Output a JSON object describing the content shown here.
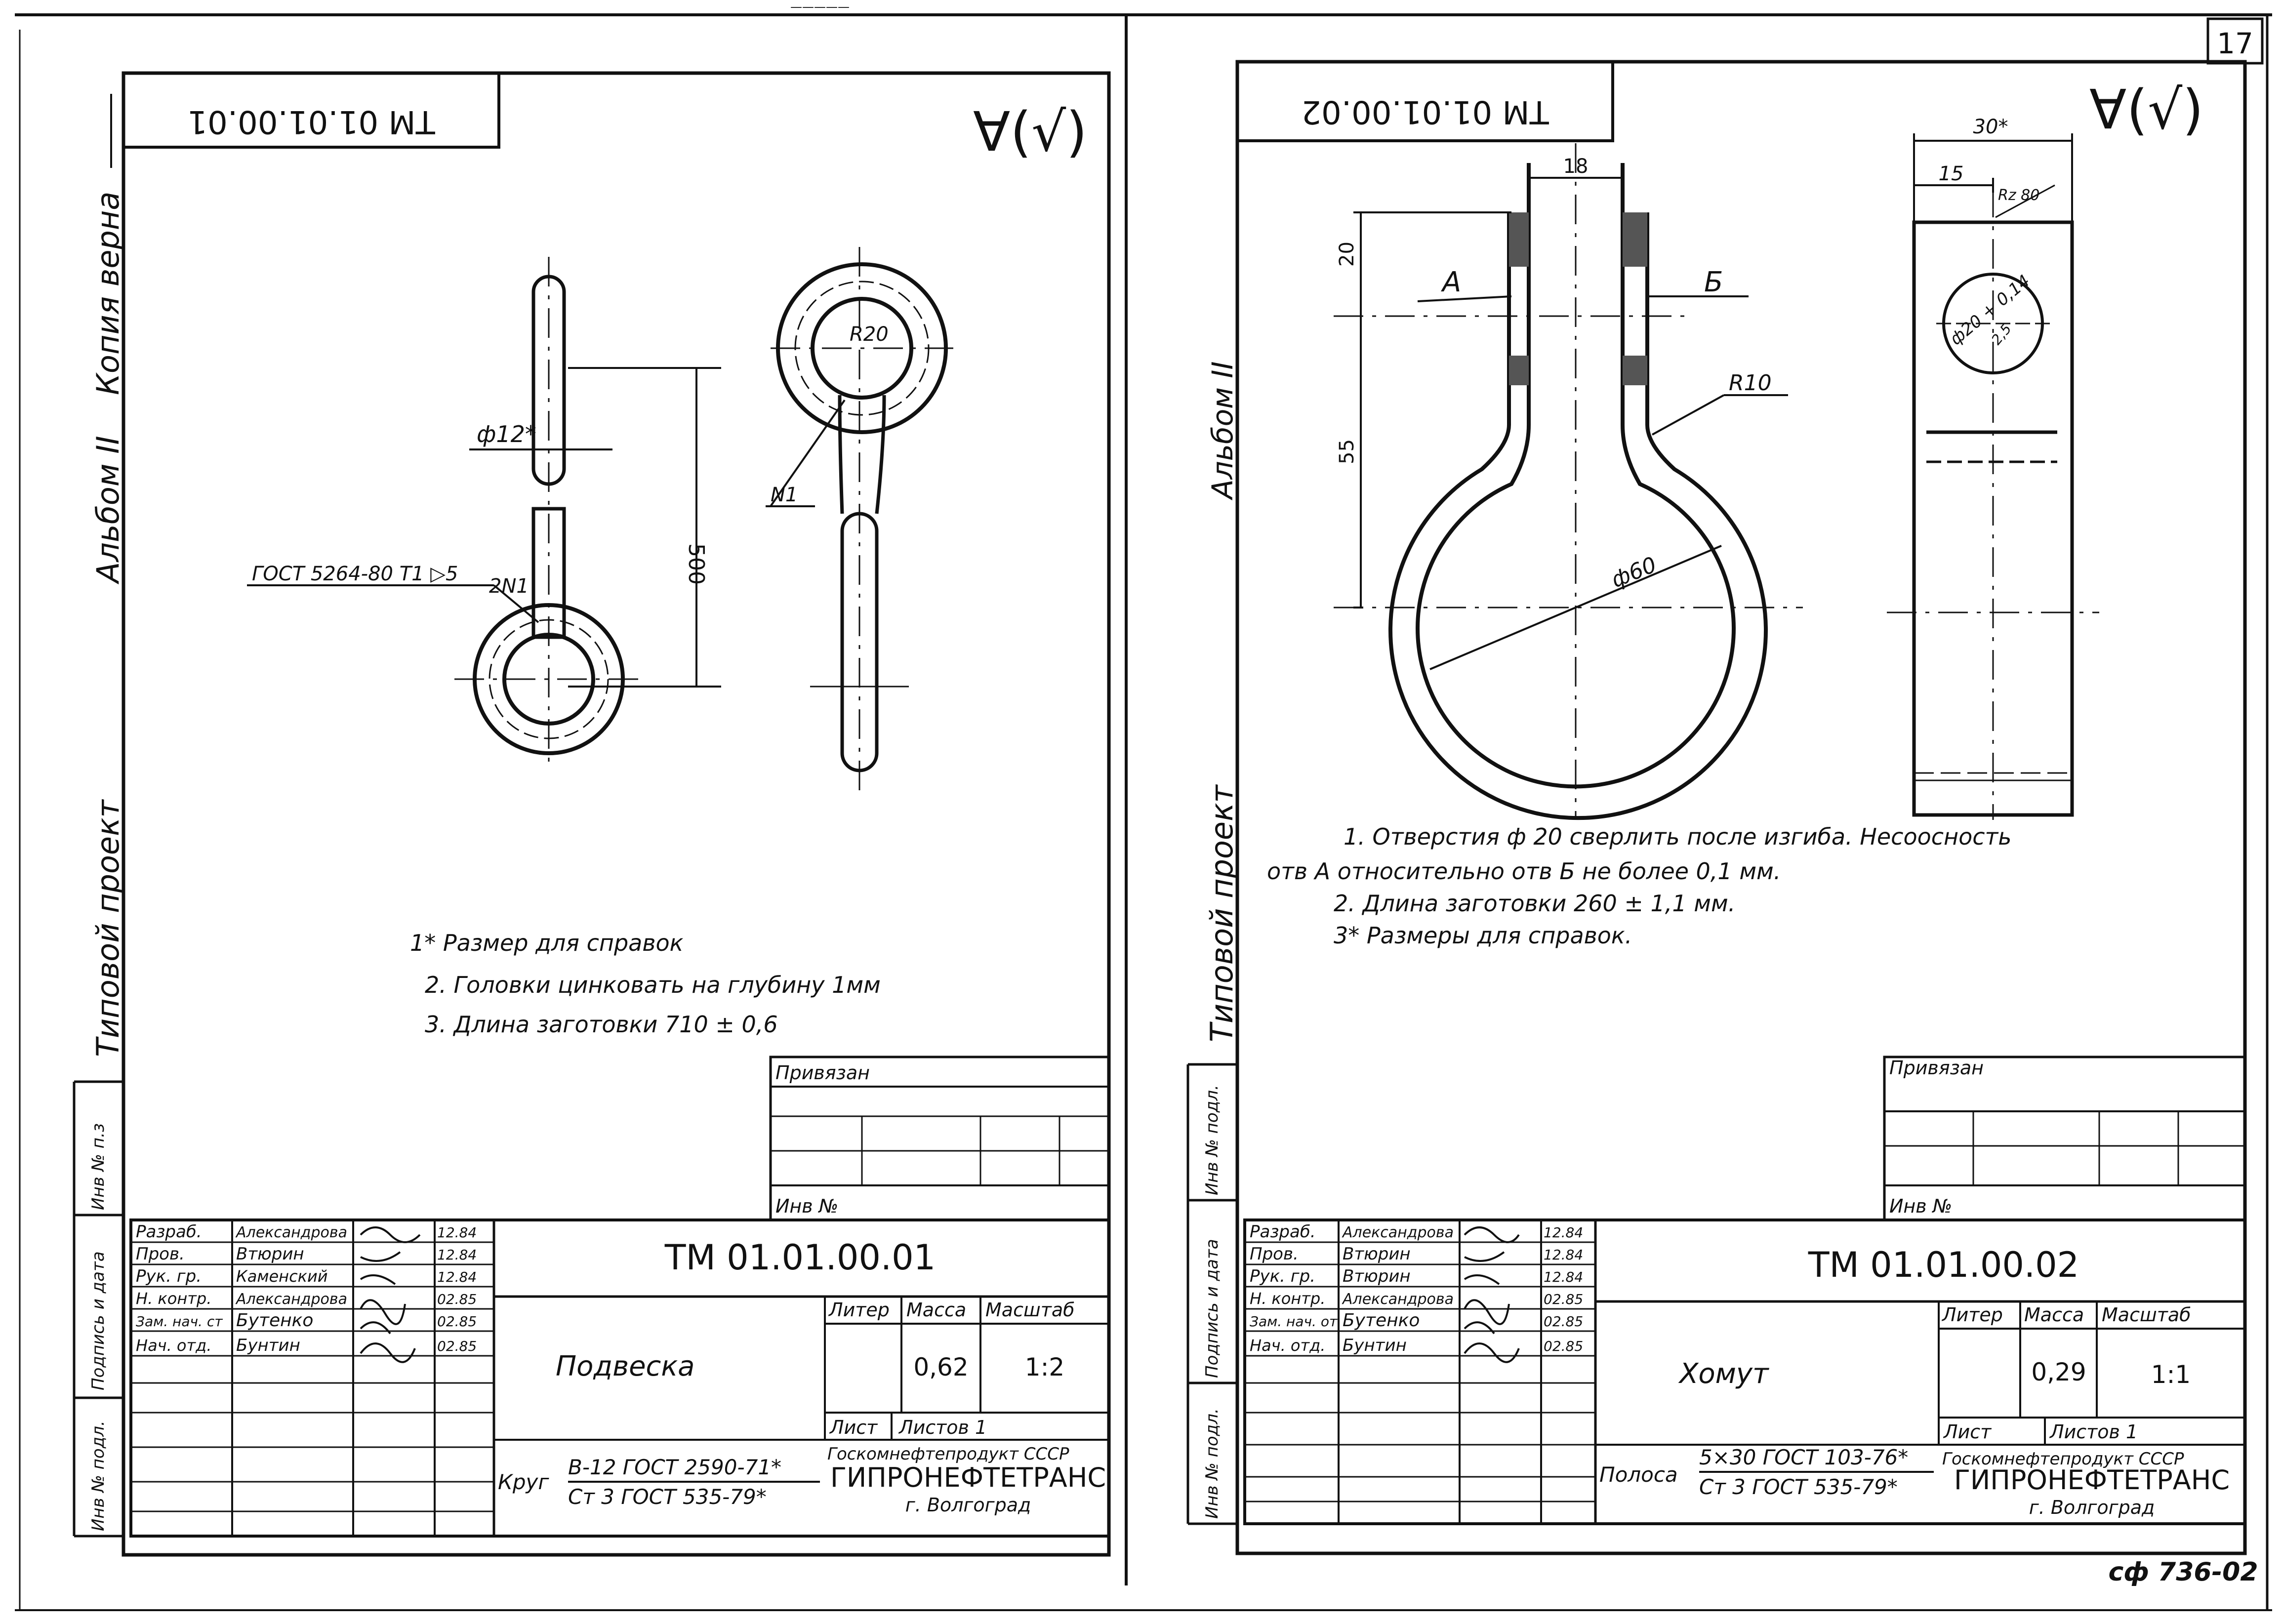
{
  "page_number": "17",
  "bottom_code": "сф 736-02",
  "top_mark": "—————",
  "left_sheet": {
    "margin_album": "Альбом II",
    "margin_copy": "Копия верна",
    "margin_project": "Типовой проект",
    "side_cells": [
      "Инв № п.з",
      "Подпись и дата",
      "Инв № подл."
    ],
    "stamp_code": "ТМ 01.01.00.01",
    "roughness": "∀(√)",
    "dim_phi12": "ф12*",
    "dim_500": "500",
    "dim_r20": "R20",
    "dim_n1": "N1",
    "dim_2n1": "2N1",
    "gost_weld": "ГОСТ 5264-80 Т1 ▷5",
    "notes": [
      "1* Размер для справок",
      "2. Головки цинковать на глубину 1мм",
      "3. Длина заготовки 710 ± 0,6"
    ],
    "privyazan": "Привязан",
    "inv_no": "Инв №",
    "title_code": "ТМ 01.01.00.01",
    "name": "Подвеска",
    "head_liter": "Литер",
    "head_mass": "Масса",
    "head_scale": "Масштаб",
    "mass": "0,62",
    "scale": "1:2",
    "sheet": "Лист",
    "sheets": "Листов 1",
    "material_label": "Круг",
    "material_top": "В-12 ГОСТ 2590-71*",
    "material_bottom": "Ст 3 ГОСТ 535-79*",
    "org1": "Госкомнефтепродукт СССР",
    "org2": "ГИПРОНЕФТЕТРАНС",
    "org3": "г. Волгоград",
    "signers": [
      {
        "role": "Разраб.",
        "name": "Александрова",
        "date": "12.84"
      },
      {
        "role": "Пров.",
        "name": "Втюрин",
        "date": "12.84"
      },
      {
        "role": "Рук. гр.",
        "name": "Каменский",
        "date": "12.84"
      },
      {
        "role": "Н. контр.",
        "name": "Александрова",
        "date": "02.85"
      },
      {
        "role": "Зам. нач. ст",
        "name": "Бутенко",
        "date": "02.85"
      },
      {
        "role": "Нач. отд.",
        "name": "Бунтин",
        "date": "02.85"
      }
    ]
  },
  "right_sheet": {
    "margin_album": "Альбом II",
    "margin_project": "Типовой проект",
    "side_cells": [
      "Инв № подл.",
      "Подпись и дата",
      "Инв № подл."
    ],
    "stamp_code": "ТМ 01.01.00.02",
    "roughness": "∀(√)",
    "dim_18": "18",
    "dim_20": "20",
    "dim_55": "55",
    "dim_r10": "R10",
    "dim_phi60": "ф60",
    "label_a": "А",
    "label_b": "Б",
    "dim_30": "30*",
    "dim_15": "15",
    "dim_rz": "Rz 80",
    "dim_hole": "ф20 + 0,14",
    "dim_hole2": "2,5",
    "notes": [
      "1. Отверстия ф 20 сверлить после изгиба. Несоосность",
      "отв А относительно отв Б не более 0,1 мм.",
      "2. Длина заготовки 260 ± 1,1 мм.",
      "3* Размеры для справок."
    ],
    "privyazan": "Привязан",
    "inv_no": "Инв №",
    "title_code": "ТМ 01.01.00.02",
    "name": "Хомут",
    "head_liter": "Литер",
    "head_mass": "Масса",
    "head_scale": "Масштаб",
    "mass": "0,29",
    "scale": "1:1",
    "sheet": "Лист",
    "sheets": "Листов 1",
    "material_label": "Полоса",
    "material_top": "5×30 ГОСТ 103-76*",
    "material_bottom": "Ст 3 ГОСТ 535-79*",
    "org1": "Госкомнефтепродукт СССР",
    "org2": "ГИПРОНЕФТЕТРАНС",
    "org3": "г. Волгоград",
    "signers": [
      {
        "role": "Разраб.",
        "name": "Александрова",
        "date": "12.84"
      },
      {
        "role": "Пров.",
        "name": "Втюрин",
        "date": "12.84"
      },
      {
        "role": "Рук. гр.",
        "name": "Втюрин",
        "date": "12.84"
      },
      {
        "role": "Н. контр.",
        "name": "Александрова",
        "date": "02.85"
      },
      {
        "role": "Зам. нач. от",
        "name": "Бутенко",
        "date": "02.85"
      },
      {
        "role": "Нач. отд.",
        "name": "Бунтин",
        "date": "02.85"
      }
    ]
  }
}
